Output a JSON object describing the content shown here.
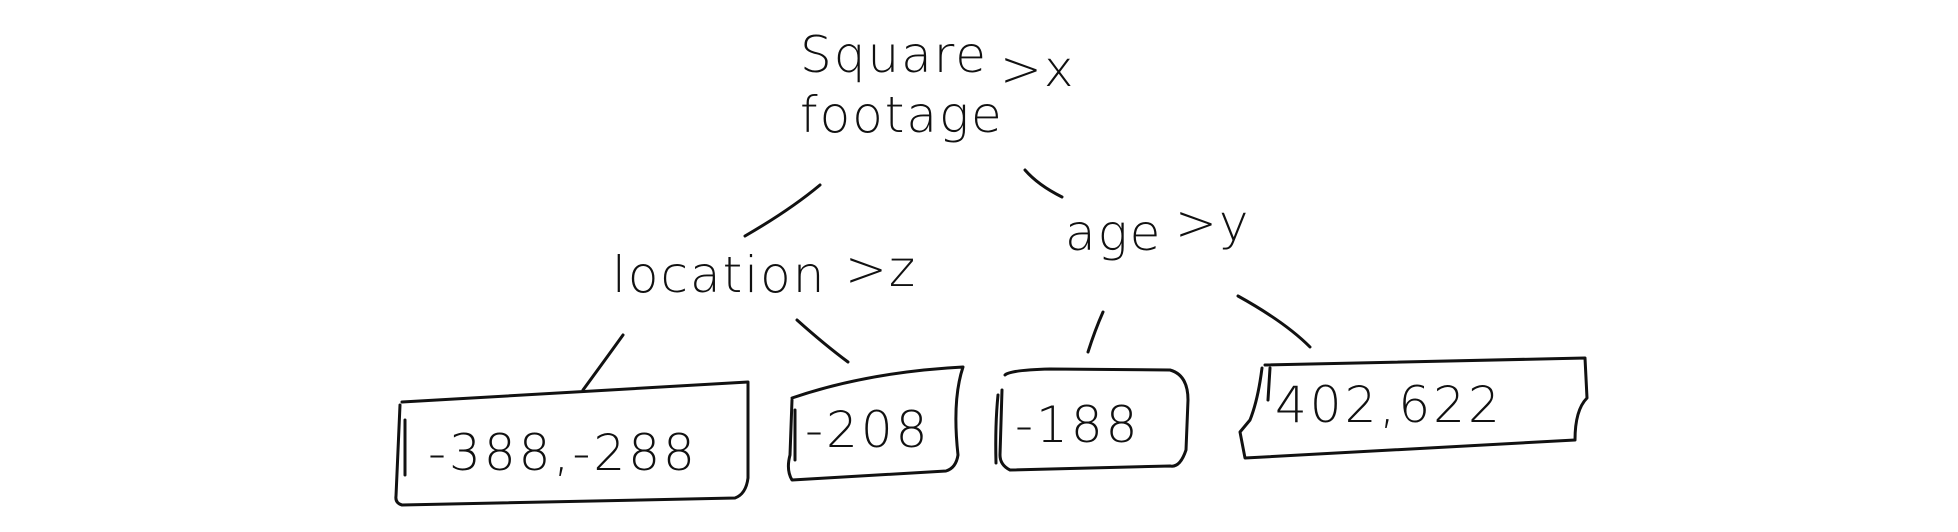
{
  "root": {
    "label_line1": "Square",
    "label_line2": "footage",
    "condition": ">x"
  },
  "left_node": {
    "label": "location",
    "condition": ">z"
  },
  "right_node": {
    "label": "age",
    "condition": ">y"
  },
  "leaves": [
    {
      "value": "-388,-288"
    },
    {
      "value": "-208"
    },
    {
      "value": "-188"
    },
    {
      "value": "402,622"
    }
  ],
  "colors": {
    "ink": "#111111",
    "background": "#ffffff"
  }
}
